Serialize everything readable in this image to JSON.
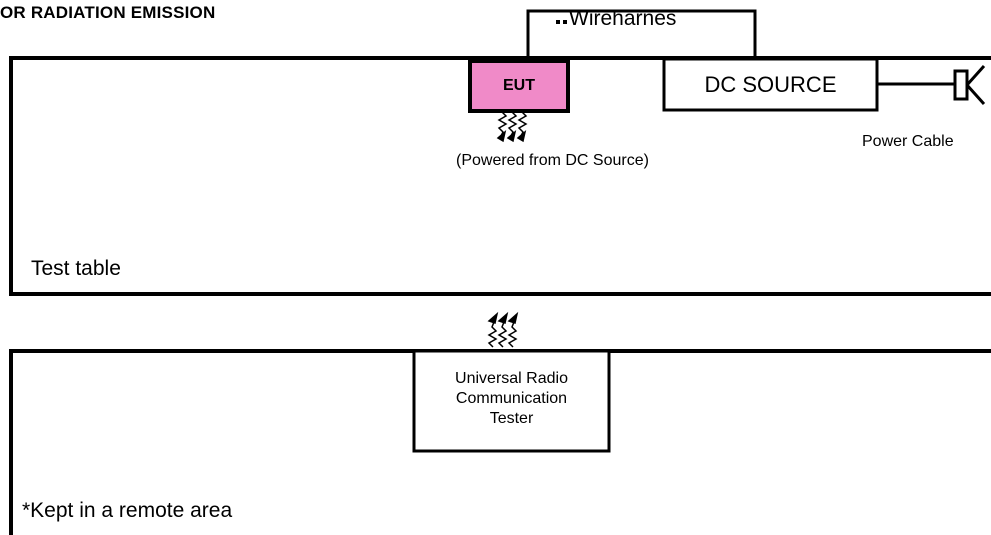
{
  "title": "OR RADIATION EMISSION",
  "wireharness_label": "Wireharnes",
  "eut_label": "EUT",
  "dc_source_label": "DC SOURCE",
  "power_cable_label": "Power Cable",
  "powered_note": "(Powered from DC Source)",
  "test_table_label": "Test table",
  "tester_lines": [
    "Universal Radio",
    "Communication",
    "Tester"
  ],
  "remote_label": "*Kept in a remote area",
  "colors": {
    "eut_fill": "#f08ac8",
    "line": "#000000",
    "background": "#ffffff"
  }
}
